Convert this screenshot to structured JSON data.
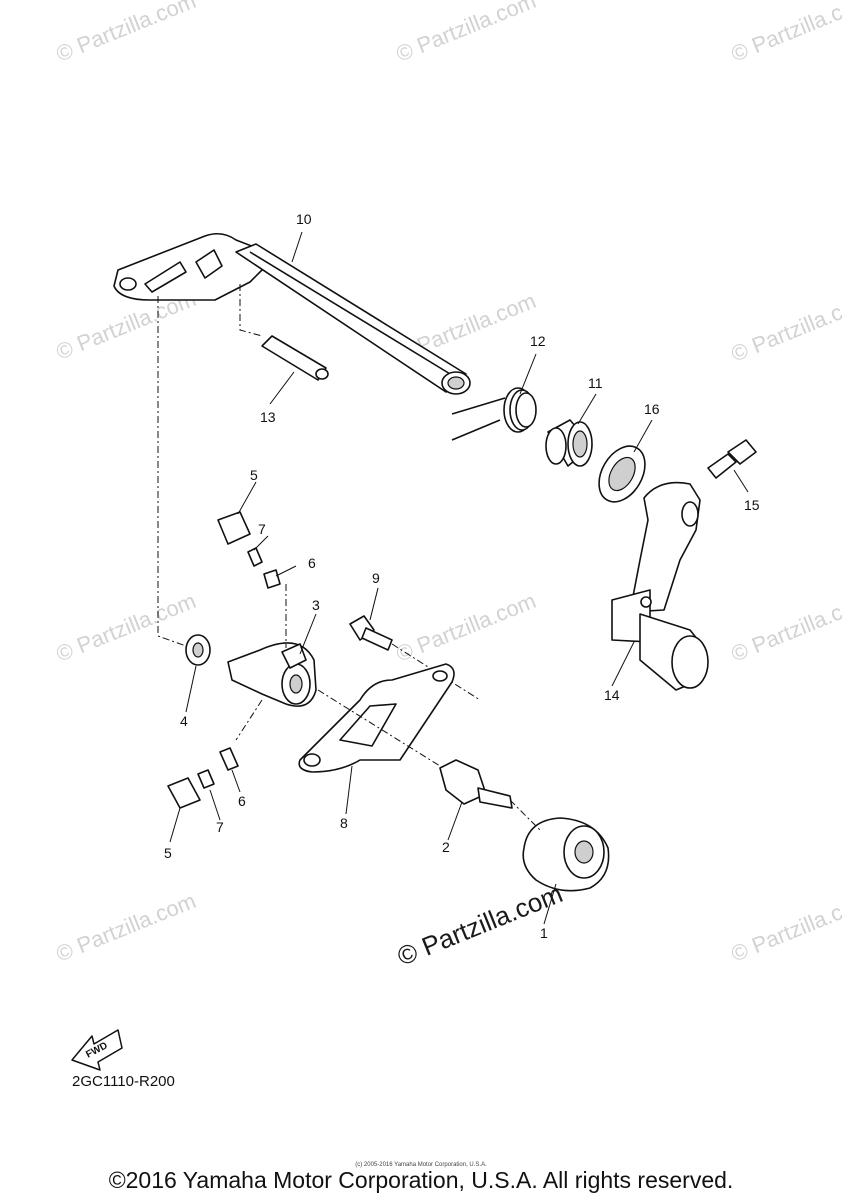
{
  "watermark": "© Partzilla.com",
  "watermark_center": "© Partzilla.com",
  "callouts": {
    "c1": "1",
    "c2": "2",
    "c3": "3",
    "c4": "4",
    "c5a": "5",
    "c5b": "5",
    "c6a": "6",
    "c6b": "6",
    "c7a": "7",
    "c7b": "7",
    "c8": "8",
    "c9": "9",
    "c10": "10",
    "c11": "11",
    "c12": "12",
    "c13": "13",
    "c14": "14",
    "c15": "15",
    "c16": "16"
  },
  "fwd_label": "FWD",
  "diagram_code": "2GC1110-R200",
  "small_copyright": "(c) 2005-2016 Yamaha Motor Corporation, U.S.A.",
  "copyright": "©2016 Yamaha Motor Corporation, U.S.A. All rights reserved."
}
